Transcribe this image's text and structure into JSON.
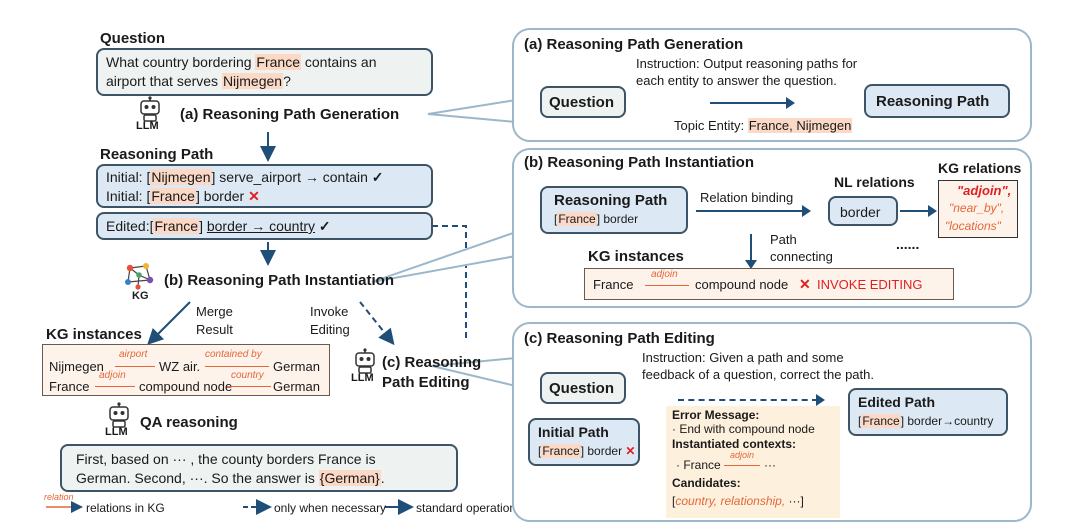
{
  "left": {
    "question_label": "Question",
    "question_line1_a": "What country bordering ",
    "question_line1_hl": "France",
    "question_line1_b": " contains an",
    "question_line2_a": "airport that serves ",
    "question_line2_hl": "Nijmegen",
    "question_line2_b": "?",
    "llm_label": "LLM",
    "step_a": "(a) Reasoning Path Generation",
    "rp_label": "Reasoning Path",
    "initial1_a": "Initial: [",
    "initial1_ent": "Nijmegen",
    "initial1_b": "] serve_airport → contain",
    "check": "✓",
    "initial2_a": "Initial: [",
    "initial2_ent": "France",
    "initial2_b": "] border",
    "cross": "✕",
    "edited_a": "Edited:[",
    "edited_ent": "France",
    "edited_b": "] ",
    "edited_path": "border → country",
    "kg_icon_label": "KG",
    "step_b": "(b) Reasoning Path Instantiation",
    "merge1": "Merge",
    "merge2": "Result",
    "invoke1": "Invoke",
    "invoke2": "Editing",
    "kg_instances_label": "KG instances",
    "kg_row1_e1": "Nijmegen",
    "kg_row1_r1": "airport",
    "kg_row1_e2": "WZ air.",
    "kg_row1_r2": "contained by",
    "kg_row1_e3": "German",
    "kg_row2_e1": "France",
    "kg_row2_r1": "adjoin",
    "kg_row2_e2": "compound node",
    "kg_row2_r2": "country",
    "kg_row2_e3": "German",
    "step_c1": "(c) Reasoning",
    "step_c2": "Path Editing",
    "qa_label": "QA reasoning",
    "answer_line1": "First, based on ··· , the county borders France is",
    "answer_line2_a": "German. Second, ···. So the answer is ",
    "answer_line2_hl": "{German}",
    "answer_line2_b": ".",
    "legend_rel": "relation",
    "legend_rel_text": "relations in KG",
    "legend_dashed": "only when necessary",
    "legend_solid": "standard operation"
  },
  "panel_a": {
    "title": "(a) Reasoning Path Generation",
    "instruction1": "Instruction: Output reasoning paths for",
    "instruction2": "each entity to answer the question.",
    "question": "Question",
    "reasoning_path": "Reasoning Path",
    "topic_a": "Topic Entity: ",
    "topic_hl": "France, Nijmegen"
  },
  "panel_b": {
    "title": "(b) Reasoning Path Instantiation",
    "rp_title": "Reasoning Path",
    "rp_ent": "France",
    "rp_rel": "border",
    "relation_binding": "Relation binding",
    "nl_relations": "NL relations",
    "border": "border",
    "kg_relations": "KG relations",
    "kgr1": "\"adjoin\",",
    "kgr2": "\"near_by\",",
    "kgr3": "\"locations\"",
    "path1": "Path",
    "path2": "connecting",
    "ellipsis": "......",
    "kg_instances": "KG instances",
    "inst_e1": "France",
    "inst_rel": "adjoin",
    "inst_e2": "compound node",
    "invoke": "INVOKE EDITING"
  },
  "panel_c": {
    "title": "(c) Reasoning Path Editing",
    "instruction1": "Instruction: Given a path and some",
    "instruction2": "feedback of a question, correct the path.",
    "question": "Question",
    "initial_path": "Initial Path",
    "initial_ent": "France",
    "initial_rel": "border",
    "error_msg": "Error Message:",
    "error_item": "· End with compound node",
    "inst_ctx": "Instantiated contexts:",
    "ctx_a": "· France",
    "ctx_rel": "adjoin",
    "ctx_b": "···",
    "candidates": "Candidates:",
    "cand_a": "[",
    "cand_list": "country, relationship,",
    "cand_b": " ···]",
    "edited_path": "Edited Path",
    "edited_ent": "France",
    "edited_rel": "border→country"
  }
}
